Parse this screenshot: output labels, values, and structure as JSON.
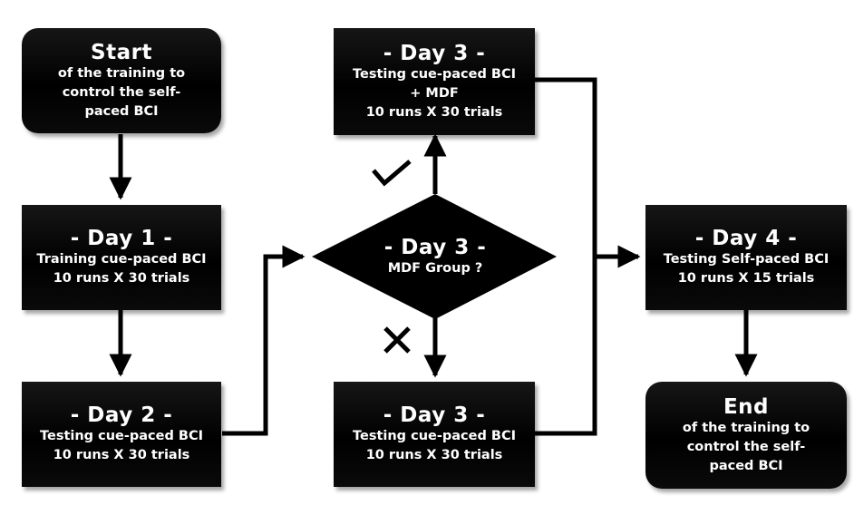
{
  "nodes": {
    "start": {
      "title": "Start",
      "lines": [
        "of the training to",
        "control the self-",
        "paced BCI"
      ]
    },
    "day1": {
      "title": "- Day 1 -",
      "lines": [
        "Training cue-paced BCI",
        "10 runs X 30 trials"
      ]
    },
    "day2": {
      "title": "- Day 2 -",
      "lines": [
        "Testing cue-paced BCI",
        "10 runs X 30 trials"
      ]
    },
    "decision": {
      "title": "- Day 3 -",
      "lines": [
        "MDF Group ?"
      ]
    },
    "day3_mdf": {
      "title": "- Day 3 -",
      "lines": [
        "Testing cue-paced BCI",
        "+ MDF",
        "10 runs X 30 trials"
      ]
    },
    "day3_nomdf": {
      "title": "- Day 3 -",
      "lines": [
        "Testing cue-paced BCI",
        "10 runs X 30 trials"
      ]
    },
    "day4": {
      "title": "- Day 4 -",
      "lines": [
        "Testing Self-paced BCI",
        "10 runs X 15 trials"
      ]
    },
    "end": {
      "title": "End",
      "lines": [
        "of the training to",
        "control the self-",
        "paced BCI"
      ]
    }
  },
  "marks": {
    "yes": "check-icon",
    "no": "cross-icon"
  },
  "colors": {
    "node_fill": "#000000",
    "text": "#ffffff",
    "line": "#000000"
  }
}
